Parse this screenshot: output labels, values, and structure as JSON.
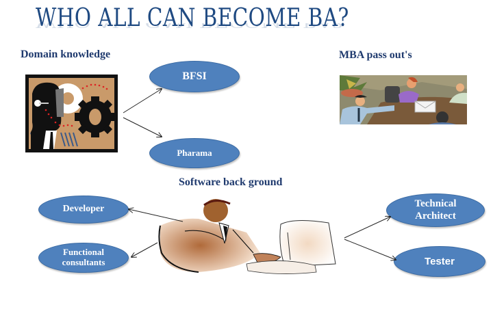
{
  "slide": {
    "title": "WHO ALL CAN BECOME BA?",
    "colors": {
      "title": "#1f4a82",
      "heading": "#1f3a6e",
      "ellipse_fill": "#4f81bd",
      "ellipse_text": "#ffffff"
    }
  },
  "sections": {
    "domain": {
      "heading": "Domain knowledge",
      "image_icon": "gears-businessman-icon",
      "targets": [
        {
          "label": "BFSI"
        },
        {
          "label": "Pharama"
        }
      ]
    },
    "mba": {
      "heading": "MBA pass out's",
      "image_icon": "business-meeting-icon"
    },
    "software": {
      "heading": "Software back ground",
      "image_icon": "computer-user-icon",
      "left_targets": [
        {
          "label": "Developer"
        },
        {
          "label_line1": "Functional",
          "label_line2": "consultants"
        }
      ],
      "right_targets": [
        {
          "label_line1": "Technical",
          "label_line2": "Architect"
        },
        {
          "label": "Tester"
        }
      ]
    }
  }
}
